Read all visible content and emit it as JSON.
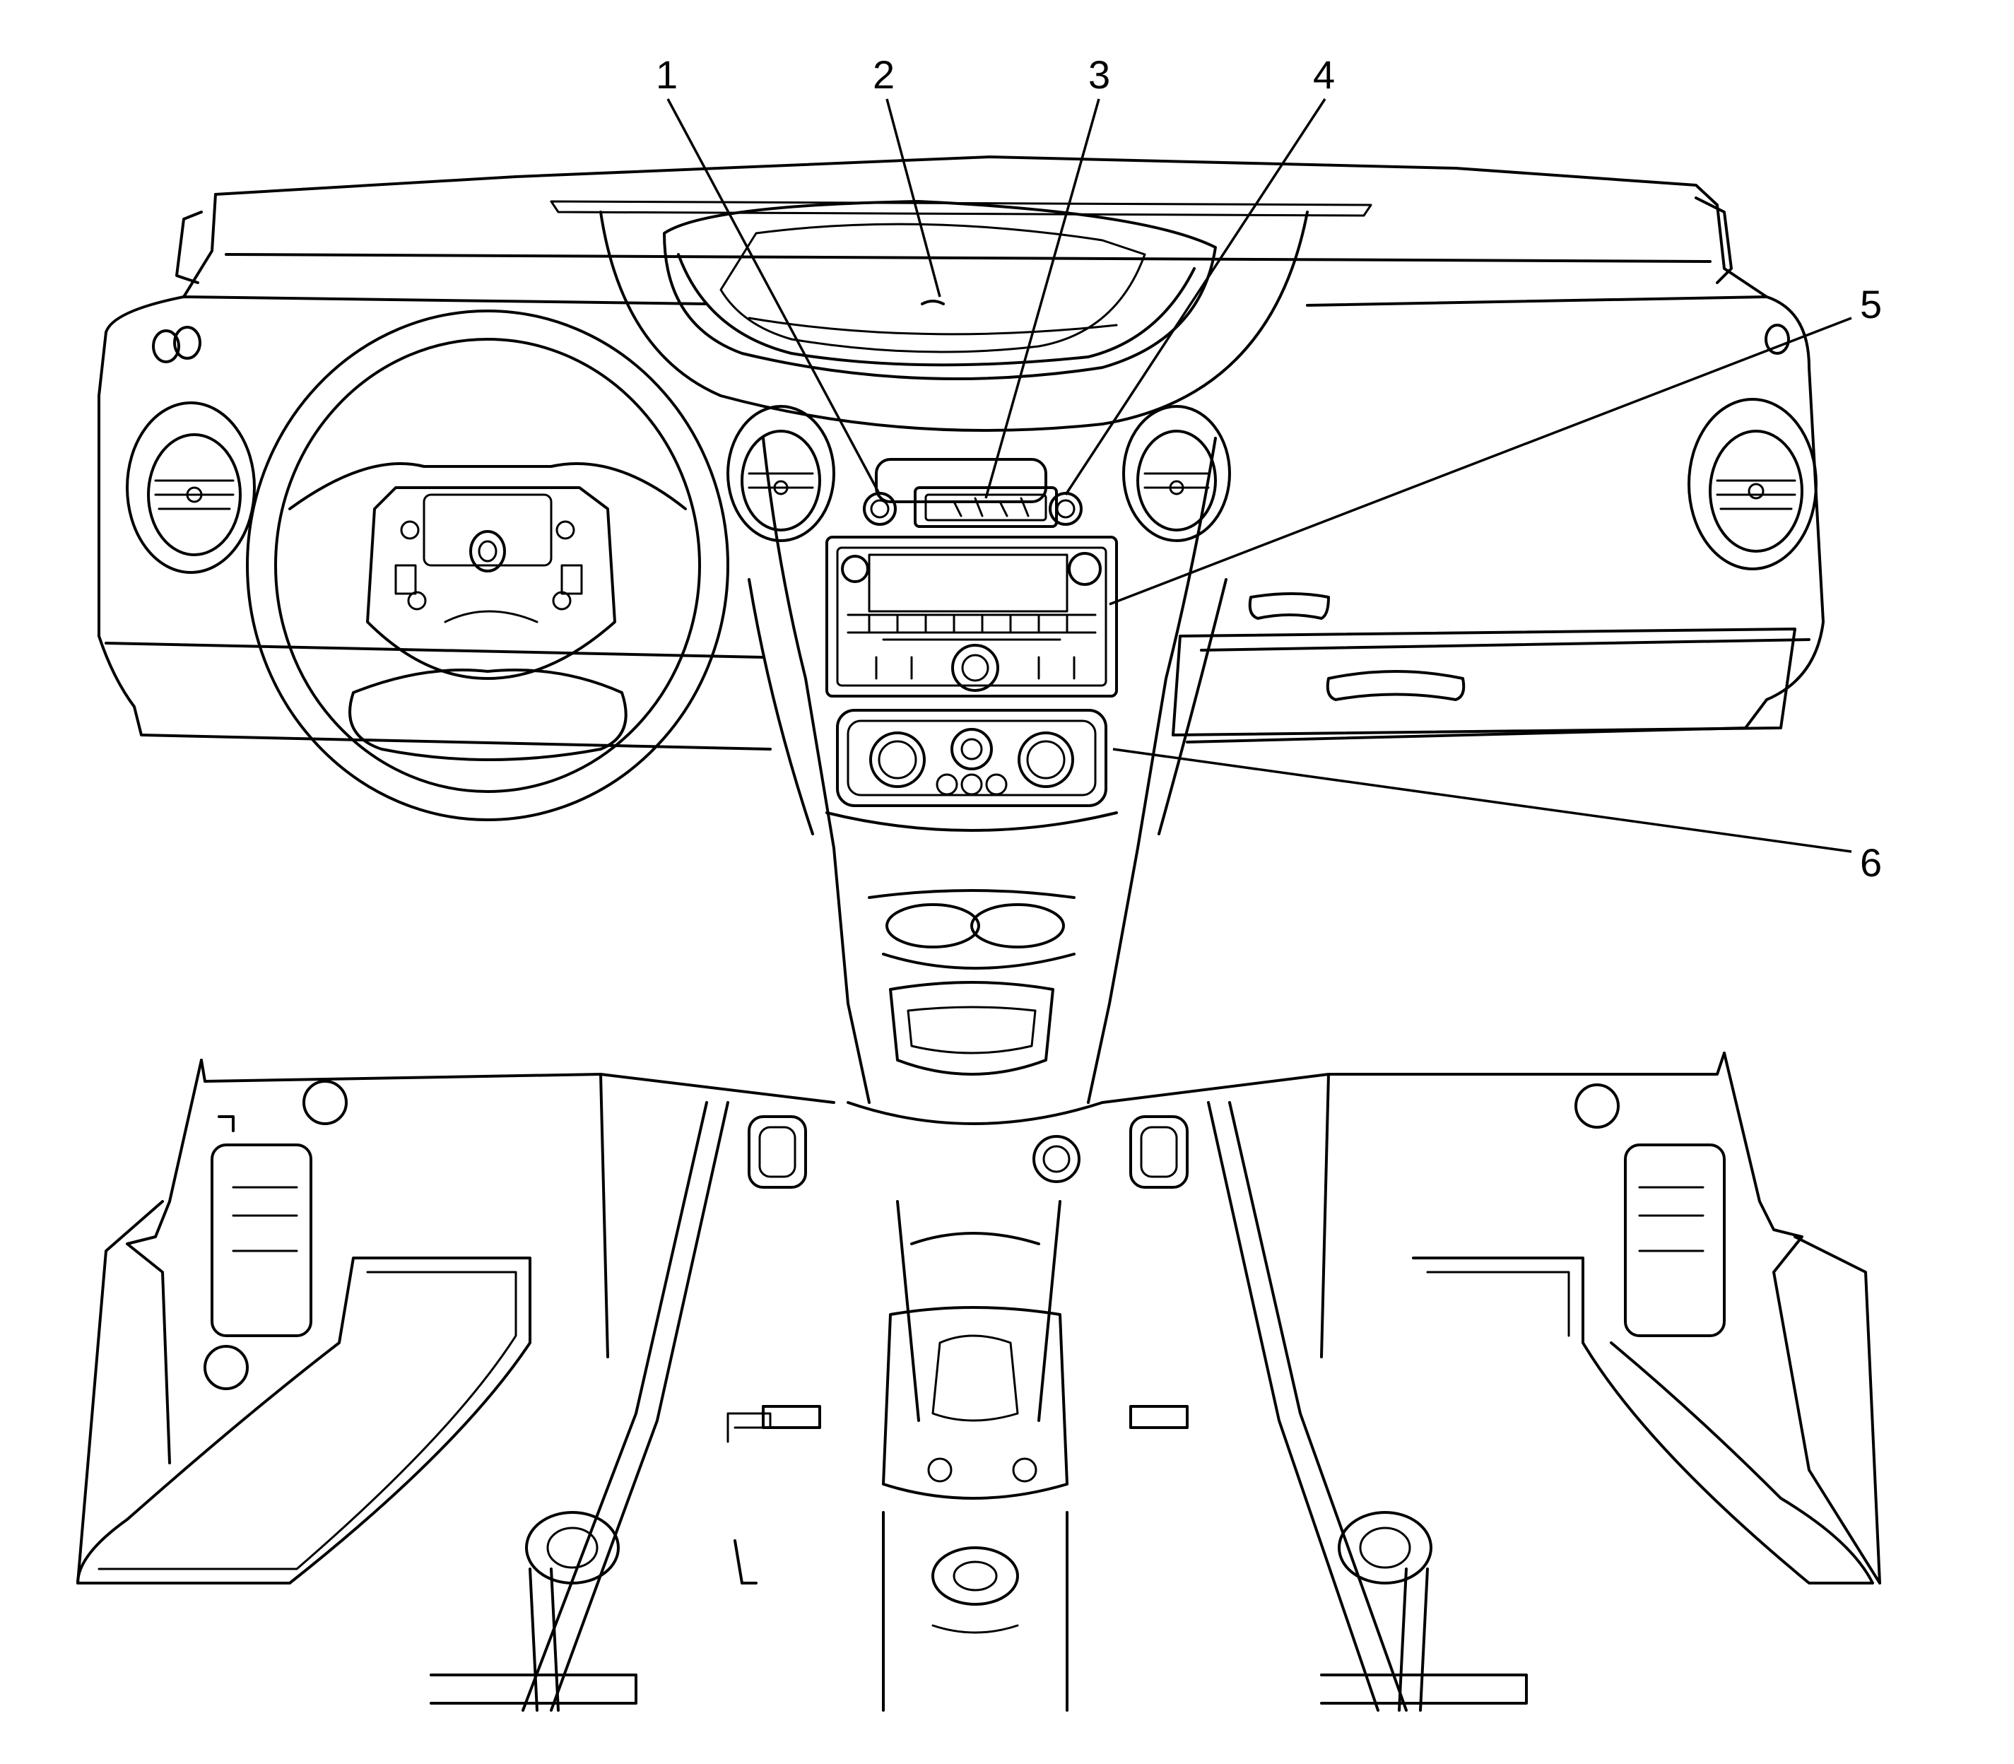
{
  "callouts": [
    {
      "id": 1,
      "label": "1"
    },
    {
      "id": 2,
      "label": "2"
    },
    {
      "id": 3,
      "label": "3"
    },
    {
      "id": 4,
      "label": "4"
    },
    {
      "id": 5,
      "label": "5"
    },
    {
      "id": 6,
      "label": "6"
    }
  ],
  "colors": {
    "line": "#000000",
    "background": "#ffffff"
  }
}
